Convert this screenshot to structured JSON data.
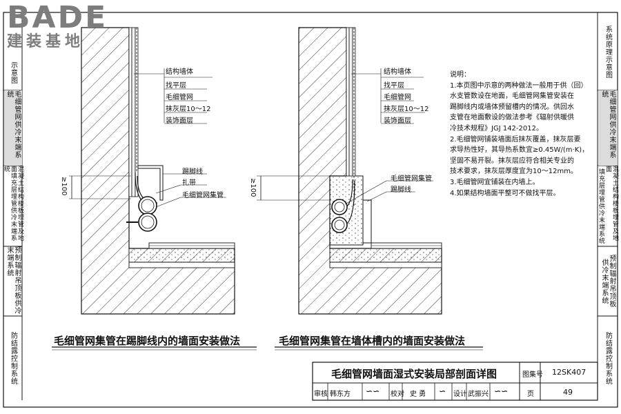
{
  "logo": {
    "brand": "BADE",
    "subtitle": "建装基地"
  },
  "right_tabs": [
    "系统原理示意图",
    "毛细管网供冷末端系统",
    "填充层埋管供冷末端系统",
    "混凝土结构楼板埋管及地面",
    "供冷末端系统",
    "预制辐射吊顶板",
    "防结露控制系统"
  ],
  "left_tabs": [
    "示意图",
    "毛细管网供冷末端系统",
    "混凝土结构楼板埋管及地面填充层埋管供冷末端系统",
    "预制辐射吊顶板供冷末端系统",
    "防结露控制系统"
  ],
  "left_detail": {
    "layers": [
      "结构墙体",
      "找平层",
      "毛细管网",
      "抹灰层10～12",
      "装饰面层"
    ],
    "callouts": [
      "踢脚线",
      "扎带",
      "毛细管网集管"
    ],
    "dimension": "≥100",
    "caption": "毛细管网集管在踢脚线内的墙面安装做法"
  },
  "right_detail": {
    "layers": [
      "结构墙体",
      "找平层",
      "毛细管网",
      "抹灰层10～12",
      "装饰面层"
    ],
    "callouts": [
      "毛细管网集管",
      "踢脚线"
    ],
    "dimension": "≥100",
    "caption": "毛细管网集管在墙体槽内的墙面安装做法"
  },
  "notes": {
    "title": "说明：",
    "lines": [
      "1.本页图中示意的两种做法一般用于供（回）",
      "   水支管数设在地面，毛细管网集管安装在",
      "   踢脚线内或墙体预留槽内的情况。供回水",
      "   支管在地面敷设的做法参考《辐射供暖供",
      "   冷技术规程》JGJ 142-2012。",
      "2.毛细管网铺装墙面后抹灰覆盖，抹灰层要",
      "   求导热性好，其导热系数宜≥0.45W/(m·K)，",
      "   坚固不易开裂。抹灰层应符合相关专业的",
      "   技术要求，抹灰层厚度宜为10～12mm。",
      "3.毛细管网宜铺装在内墙上。",
      "4.如果结构墙面平整可不做找平层。"
    ]
  },
  "title_block": {
    "title": "毛细管网墙面湿式安装局部剖面详图",
    "atlas_label": "图集号",
    "atlas_no": "12SK407",
    "review_label": "审核",
    "reviewer": "韩东方",
    "check_label": "校对",
    "checker": "史 勇",
    "design_label": "设计",
    "designer": "武振兴",
    "page_label": "页",
    "page_no": "49"
  },
  "colors": {
    "line": "#111111",
    "logo": "#7d7d7d"
  }
}
